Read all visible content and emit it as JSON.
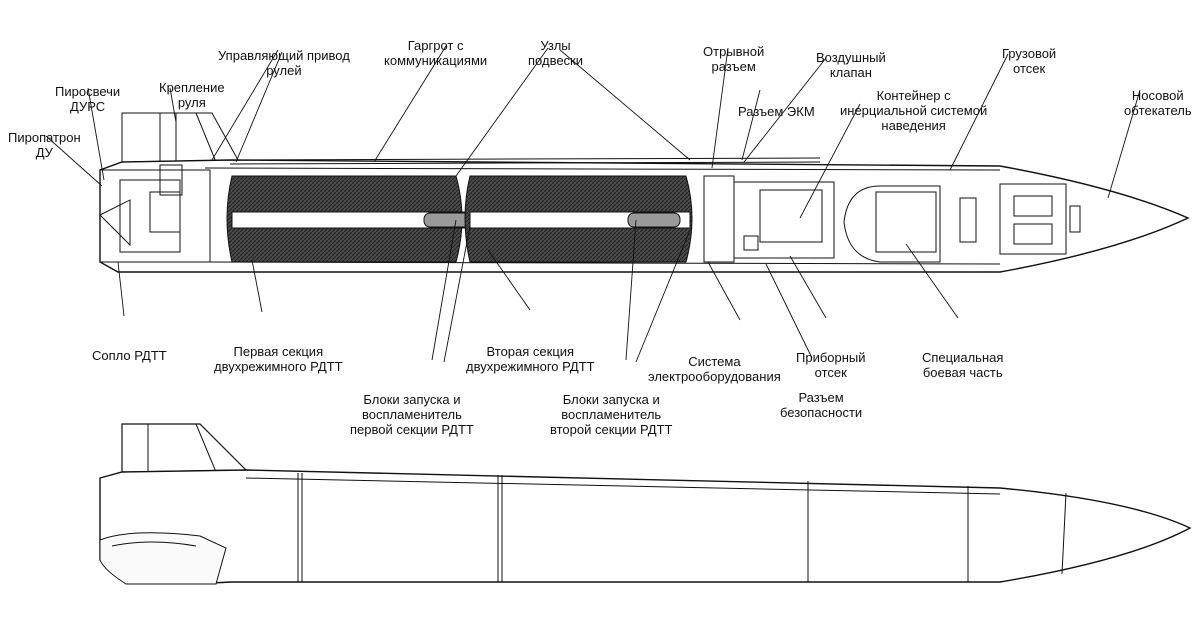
{
  "labels": {
    "steering_drive": [
      "Управляющий привод",
      "рулей"
    ],
    "gargrot": [
      "Гаргрот с",
      "коммуникациями"
    ],
    "suspension": [
      "Узлы",
      "подвески"
    ],
    "breakaway": [
      "Отрывной",
      "разъем"
    ],
    "air_valve": [
      "Воздушный",
      "клапан"
    ],
    "cargo": [
      "Грузовой",
      "отсек"
    ],
    "igniters": [
      "Пиросвечи",
      "ДУРС"
    ],
    "rudder_mount": [
      "Крепление",
      "руля"
    ],
    "ekm": [
      "Разъем ЭКМ"
    ],
    "ins_container": [
      "Контейнер с",
      "инерциальной системой",
      "наведения"
    ],
    "nose_fairing": [
      "Носовой",
      "обтекатель"
    ],
    "pyro_cartridge": [
      "Пиропатрон",
      "ДУ"
    ],
    "nozzle": [
      "Сопло РДТТ"
    ],
    "section1": [
      "Первая секция",
      "двухрежимного РДТТ"
    ],
    "section2": [
      "Вторая секция",
      "двухрежимного РДТТ"
    ],
    "electrical": [
      "Система",
      "электрооборудования"
    ],
    "instrument": [
      "Приборный",
      "отсек"
    ],
    "warhead": [
      "Специальная",
      "боевая часть"
    ],
    "ignition1": [
      "Блоки запуска и",
      "воспламенитель",
      "первой секции РДТТ"
    ],
    "ignition2": [
      "Блоки запуска и",
      "воспламенитель",
      "второй секции РДТТ"
    ],
    "safety": [
      "Разъем",
      "безопасности"
    ]
  },
  "colors": {
    "line": "#111111",
    "propellant": "#3a3a3a",
    "fill_grey": "#9a9a9a",
    "bg": "#ffffff"
  }
}
